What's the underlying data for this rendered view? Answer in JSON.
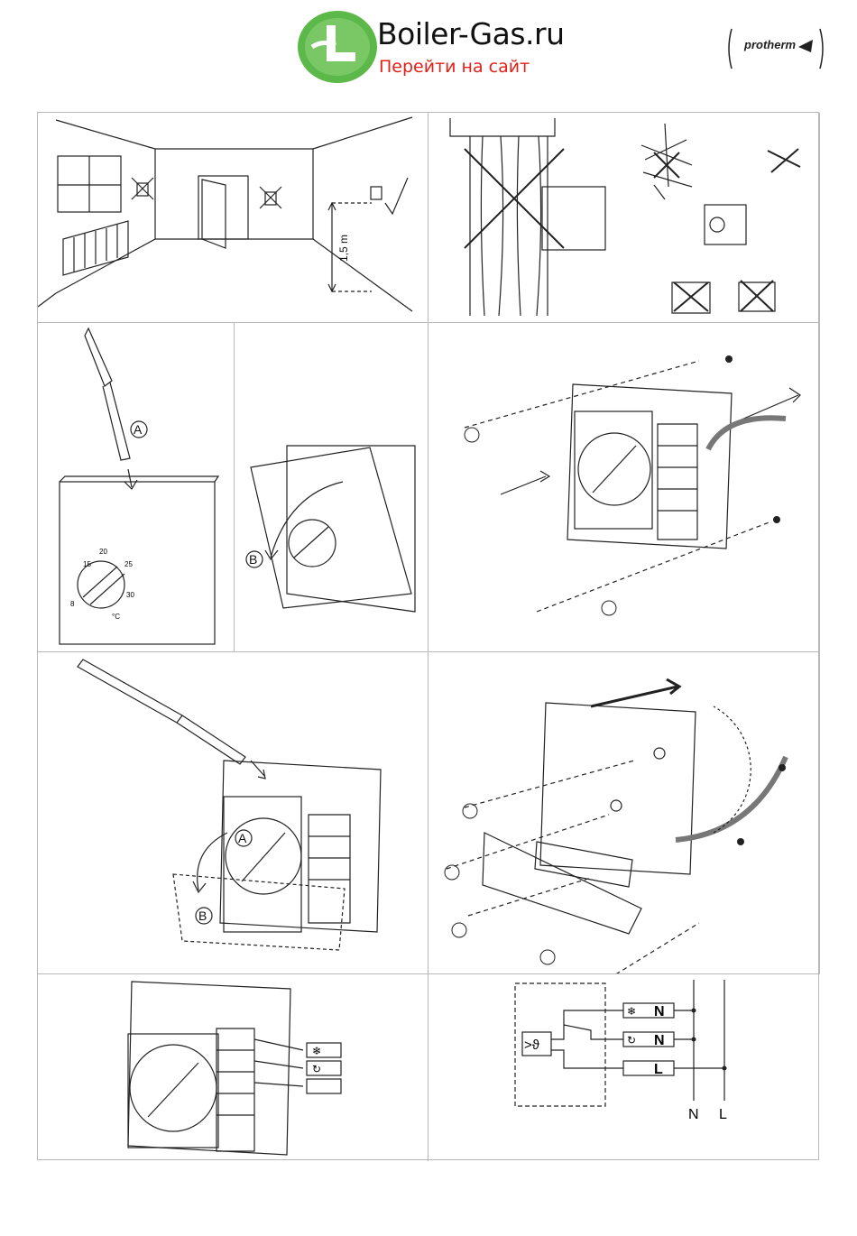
{
  "header": {
    "site_title": "Boiler-Gas.ru",
    "site_link": "Перейти на сайт",
    "brand": "protherm"
  },
  "panels": {
    "room": {
      "height_label": "1,5 m"
    },
    "open_cover": {
      "step_a": "A",
      "step_b": "B",
      "dial_ticks": [
        "8",
        "15",
        "20",
        "25",
        "30"
      ],
      "dial_unit": "°C"
    },
    "remove_insert": {
      "step_a": "A",
      "step_b": "B"
    },
    "wiring": {
      "terminals": [
        "N",
        "N",
        "L"
      ],
      "mains": [
        "N",
        "L"
      ],
      "sensor_symbol": ">ϑ"
    }
  },
  "colors": {
    "accent_red": "#e32119",
    "logo_green": "#5db84a",
    "line": "#222222"
  }
}
